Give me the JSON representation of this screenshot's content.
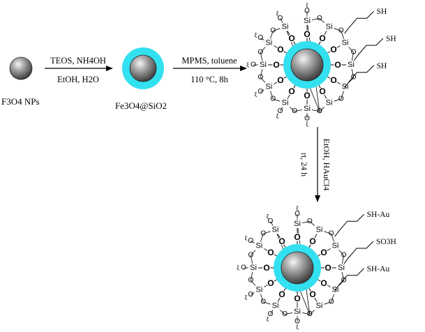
{
  "step1": {
    "start_label": "F3O4 NPs",
    "reagent_top": "TEOS, NH4OH",
    "reagent_bottom": "EtOH, H2O",
    "product_label": "Fe3O4@SiO2"
  },
  "step2": {
    "reagent_top": "MPMS, toluene",
    "reagent_bottom": "110 °C, 8h"
  },
  "step3": {
    "reagent_right": "EtOH, HAuCl4",
    "reagent_left": "rt, 24 h"
  },
  "particle_a": {
    "chain_1": "SH",
    "chain_2": "SH",
    "chain_3": "SH"
  },
  "particle_b": {
    "chain_1": "SH-Au",
    "chain_2": "SO3H",
    "chain_3": "SH-Au"
  },
  "atoms": {
    "si": "Si",
    "o": "O"
  },
  "colors": {
    "silica_shell": "#33e0f0",
    "core_dark": "#4a4a4a",
    "core_light": "#f2f2f2"
  }
}
